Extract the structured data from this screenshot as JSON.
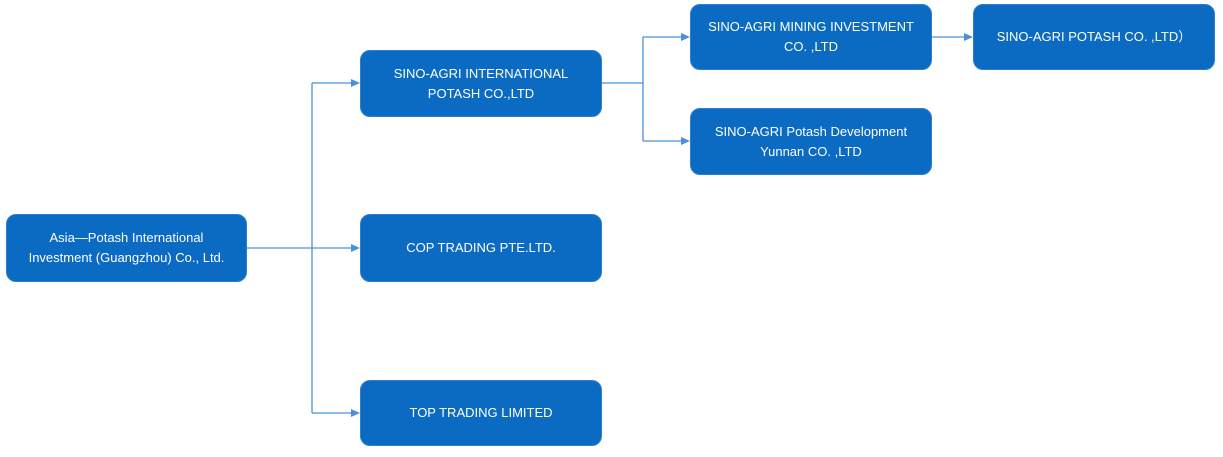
{
  "diagram": {
    "colors": {
      "node_fill": "#0b6bc2",
      "line": "#4a90d9",
      "text": "#ffffff"
    },
    "nodes": {
      "root": "Asia—Potash International\nInvestment (Guangzhou) Co., Ltd.",
      "sino_agri_international": "SINO-AGRI INTERNATIONAL\nPOTASH CO.,LTD",
      "cop_trading": "COP TRADING PTE.LTD.",
      "top_trading": "TOP TRADING LIMITED",
      "sino_agri_mining": "SINO-AGRI MINING INVESTMENT\nCO. ,LTD",
      "sino_agri_potash_development": "SINO-AGRI Potash Development\nYunnan CO. ,LTD",
      "sino_agri_potash": "SINO-AGRI POTASH CO. ,LTD）"
    },
    "edges": [
      [
        "root",
        "sino_agri_international"
      ],
      [
        "root",
        "cop_trading"
      ],
      [
        "root",
        "top_trading"
      ],
      [
        "sino_agri_international",
        "sino_agri_mining"
      ],
      [
        "sino_agri_international",
        "sino_agri_potash_development"
      ],
      [
        "sino_agri_mining",
        "sino_agri_potash"
      ]
    ]
  }
}
